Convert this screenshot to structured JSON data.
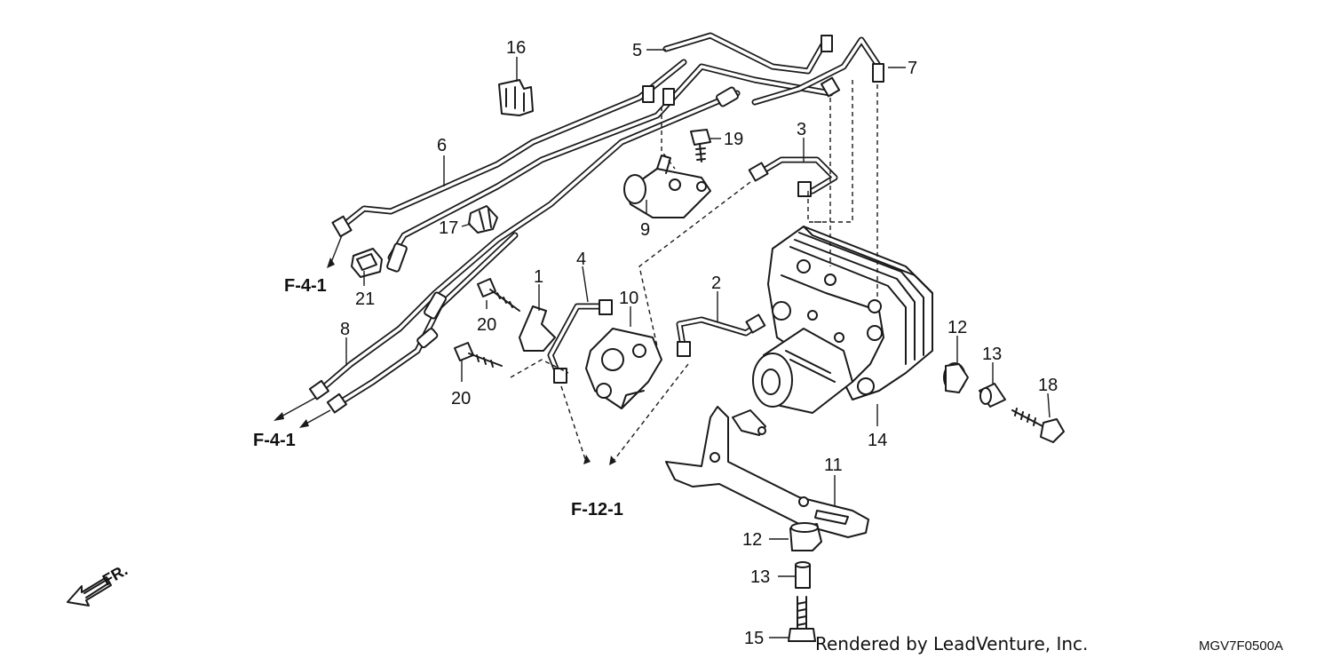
{
  "diagram": {
    "callouts": {
      "c1": "1",
      "c2": "2",
      "c3": "3",
      "c4": "4",
      "c5": "5",
      "c6": "6",
      "c7": "7",
      "c8": "8",
      "c9": "9",
      "c10": "10",
      "c11": "11",
      "c12a": "12",
      "c12b": "12",
      "c13a": "13",
      "c13b": "13",
      "c14": "14",
      "c15": "15",
      "c16": "16",
      "c17": "17",
      "c18": "18",
      "c19": "19",
      "c20a": "20",
      "c20b": "20",
      "c21": "21"
    },
    "references": {
      "f41_upper": "F-4-1",
      "f41_lower": "F-4-1",
      "f121": "F-12-1"
    },
    "direction_label": "FR.",
    "footer_text": "Rendered by LeadVenture, Inc.",
    "diagram_code": "MGV7F0500A"
  }
}
